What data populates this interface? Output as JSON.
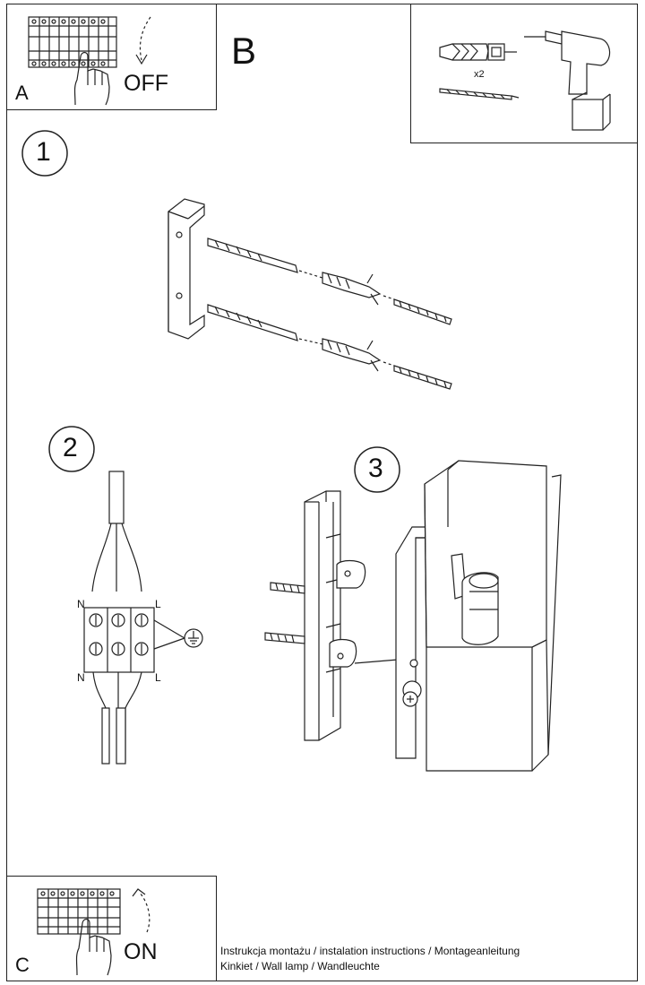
{
  "panel_a": {
    "letter": "A",
    "action": "OFF"
  },
  "panel_b": {
    "letter": "B",
    "quantity": "x2"
  },
  "panel_c": {
    "letter": "C",
    "action": "ON"
  },
  "steps": [
    "1",
    "2",
    "3"
  ],
  "wiring": {
    "neutral": "N",
    "live": "L"
  },
  "footer": {
    "line1": "Instrukcja montażu / instalation instructions / Montageanleitung",
    "line2": "Kinkiet / Wall lamp / Wandleuchte"
  }
}
